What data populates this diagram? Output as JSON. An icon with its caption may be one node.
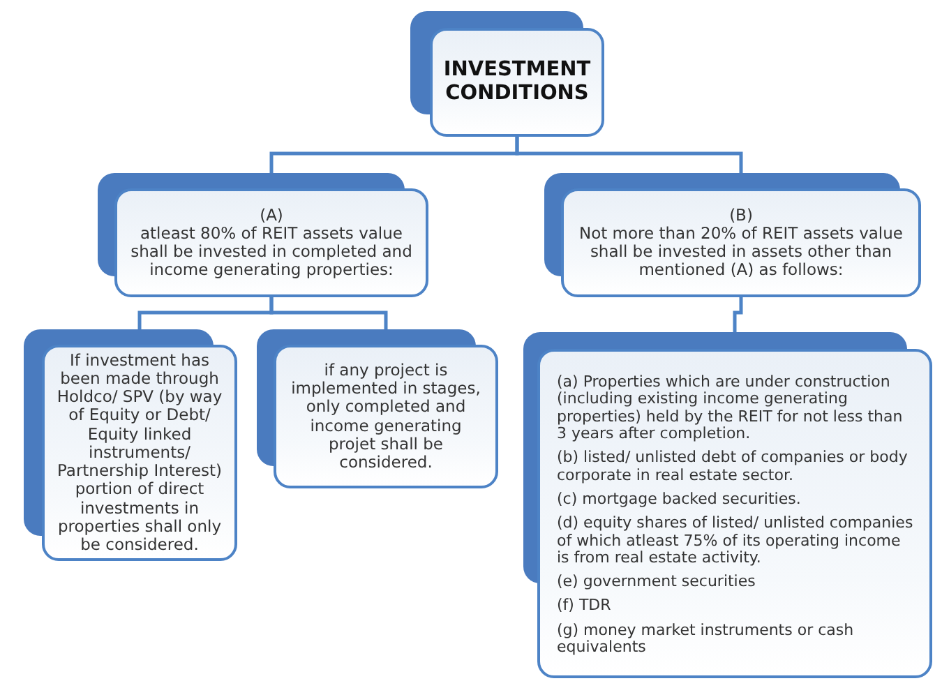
{
  "diagram": {
    "nodes": [
      {
        "text": [
          "INVESTMENT CONDITIONS"
        ]
      },
      {
        "text": [
          "(A)",
          "atleast 80% of REIT assets value shall be invested in completed and income generating properties:"
        ]
      },
      {
        "text": [
          "(B)",
          "Not more than 20% of REIT assets value shall be invested in assets other than mentioned (A) as follows:"
        ]
      },
      {
        "text": [
          "If investment has been made through Holdco/ SPV (by way of Equity or Debt/ Equity linked instruments/ Partnership Interest) portion of direct investments in properties shall only be considered."
        ]
      },
      {
        "text": [
          "if any project is implemented in stages, only completed and income generating projet shall be considered."
        ]
      },
      {
        "text": [
          "(a) Properties which are under construction (including existing income generating properties) held by the REIT for not less than 3 years after completion.",
          "(b) listed/ unlisted debt of companies or body corporate in real estate sector.",
          "(c) mortgage backed securities.",
          "(d) equity shares of listed/ unlisted companies of which atleast 75% of its operating income is from real estate activity.",
          "(e) government securities",
          "(f) TDR",
          "(g) money market instruments or cash equivalents"
        ]
      }
    ],
    "edges": [
      {
        "from": 0,
        "to": 1,
        "arrow": "none"
      },
      {
        "from": 0,
        "to": 2,
        "arrow": "none"
      },
      {
        "from": 1,
        "to": 3,
        "arrow": "none"
      },
      {
        "from": 1,
        "to": 4,
        "arrow": "none"
      },
      {
        "from": 2,
        "to": 5,
        "arrow": "none"
      }
    ]
  }
}
